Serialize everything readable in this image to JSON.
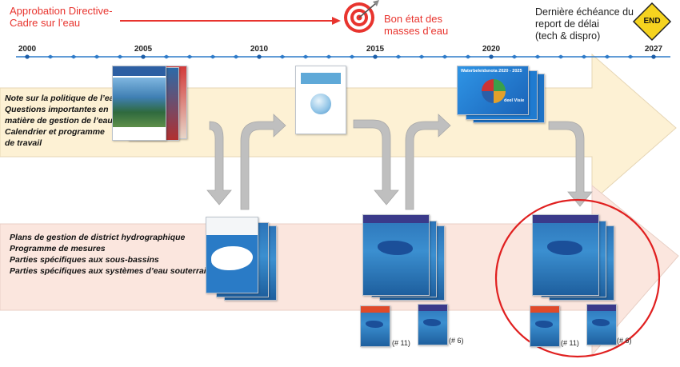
{
  "header": {
    "approbation": [
      "Approbation Directive-",
      "Cadre sur l’eau"
    ],
    "bon_etat": [
      "Bon état des",
      "masses d’eau"
    ],
    "derniere": [
      "Dernière échéance du",
      "report de délai",
      "(tech & dispro)"
    ],
    "end_sign": "END"
  },
  "timeline": {
    "years": [
      {
        "label": "2000",
        "year": 2000
      },
      {
        "label": "2005",
        "year": 2005
      },
      {
        "label": "2010",
        "year": 2010
      },
      {
        "label": "2015",
        "year": 2015
      },
      {
        "label": "2020",
        "year": 2020
      },
      {
        "label": "2027",
        "year": 2027
      }
    ]
  },
  "band_top": {
    "lines": [
      "Note sur la politique de l’eau",
      "Questions importantes en",
      "matière de gestion de l’eau",
      "Calendrier et programme",
      "de travail"
    ]
  },
  "band_bottom": {
    "lines": [
      "Plans de gestion de district hydrographique",
      "Programme de mesures",
      "Parties spécifiques aux sous-bassins",
      "Parties spécifiques aux systèmes d’eau souterraine"
    ]
  },
  "documents": {
    "waterbeleidsnota": "Waterbeleidsnota 2020 - 2025",
    "deel_visie": "deel Visie",
    "counts": [
      "(# 11)",
      "(# 6)",
      "(# 11)",
      "(# 6)"
    ]
  },
  "colors": {
    "band_fill": "#fdf1d4",
    "band_bottom_fill": "#fbe6de",
    "timeline": "#2e7bc9",
    "red": "#e8342e",
    "arrow_gray": "#bfbfbf",
    "end_sign": "#f5d31f"
  }
}
